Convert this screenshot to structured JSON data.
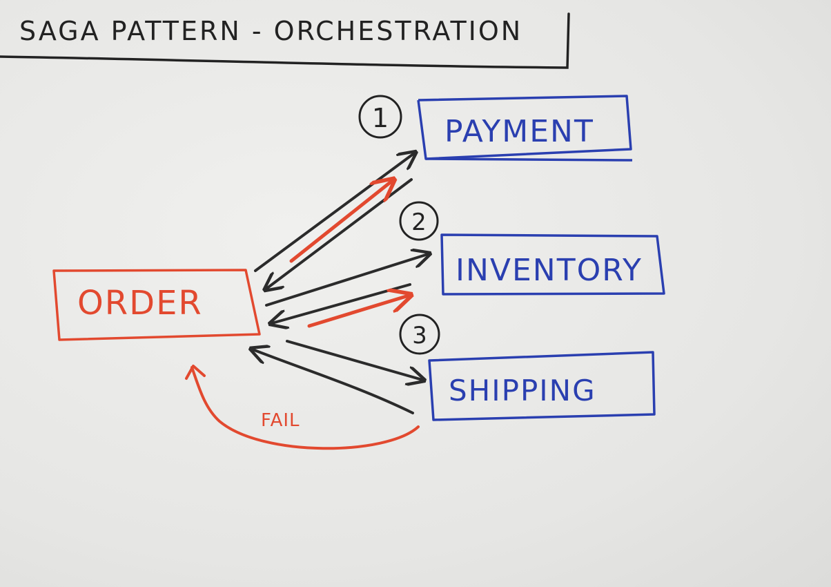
{
  "title": "SAGA PATTERN - ORCHESTRATION",
  "orchestrator": {
    "label": "ORDER"
  },
  "services": [
    {
      "label": "PAYMENT",
      "step": "1"
    },
    {
      "label": "INVENTORY",
      "step": "2"
    },
    {
      "label": "SHIPPING",
      "step": "3"
    }
  ],
  "fail_label": "FAIL",
  "colors": {
    "ink_black": "#2b2b2b",
    "ink_red": "#e2492f",
    "ink_blue": "#2a3fb0"
  }
}
